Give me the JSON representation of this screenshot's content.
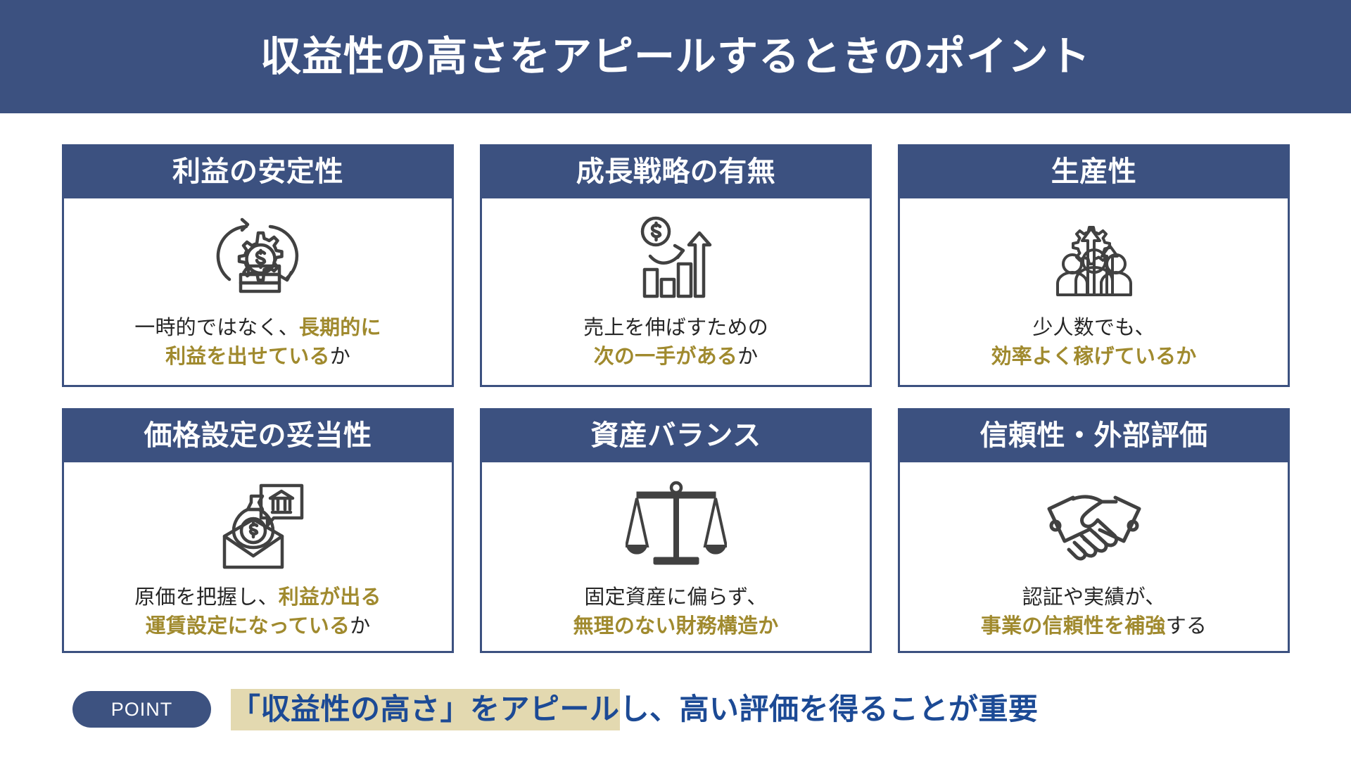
{
  "colors": {
    "navy": "#3c5180",
    "gold": "#a08a2e",
    "footer_blue": "#1c4a95",
    "highlight": "#e3d9b0",
    "icon_gray": "#414141"
  },
  "header": {
    "title": "収益性の高さをアピールするときのポイント"
  },
  "cards": [
    {
      "title": "利益の安定性",
      "icon": "gear-coins-icon",
      "line1_plain": "一時的ではなく、",
      "line1_em": "長期的に",
      "line2_em": "利益を出せている",
      "line2_plain": "か"
    },
    {
      "title": "成長戦略の有無",
      "icon": "growth-chart-icon",
      "line1_plain": "売上を伸ばすための",
      "line1_em": "",
      "line2_em": "次の一手がある",
      "line2_plain": "か"
    },
    {
      "title": "生産性",
      "icon": "team-gear-arrows-icon",
      "line1_plain": "少人数でも、",
      "line1_em": "",
      "line2_em": "効率よく稼げているか",
      "line2_plain": ""
    },
    {
      "title": "価格設定の妥当性",
      "icon": "money-envelope-bank-icon",
      "line1_plain": "原価を把握し、",
      "line1_em": "利益が出る",
      "line2_em": "運賃設定になっている",
      "line2_plain": "か"
    },
    {
      "title": "資産バランス",
      "icon": "balance-scale-icon",
      "line1_plain": "固定資産に偏らず、",
      "line1_em": "",
      "line2_em": "無理のない財務構造か",
      "line2_plain": ""
    },
    {
      "title": "信頼性・外部評価",
      "icon": "handshake-icon",
      "line1_plain": "認証や実績が、",
      "line1_em": "",
      "line2_em": "事業の信頼性を補強",
      "line2_plain": "する"
    }
  ],
  "footer": {
    "badge_label": "POINT",
    "text_highlighted": "「収益性の高さ」をアピール",
    "text_plain": "し、高い評価を得ることが重要"
  }
}
